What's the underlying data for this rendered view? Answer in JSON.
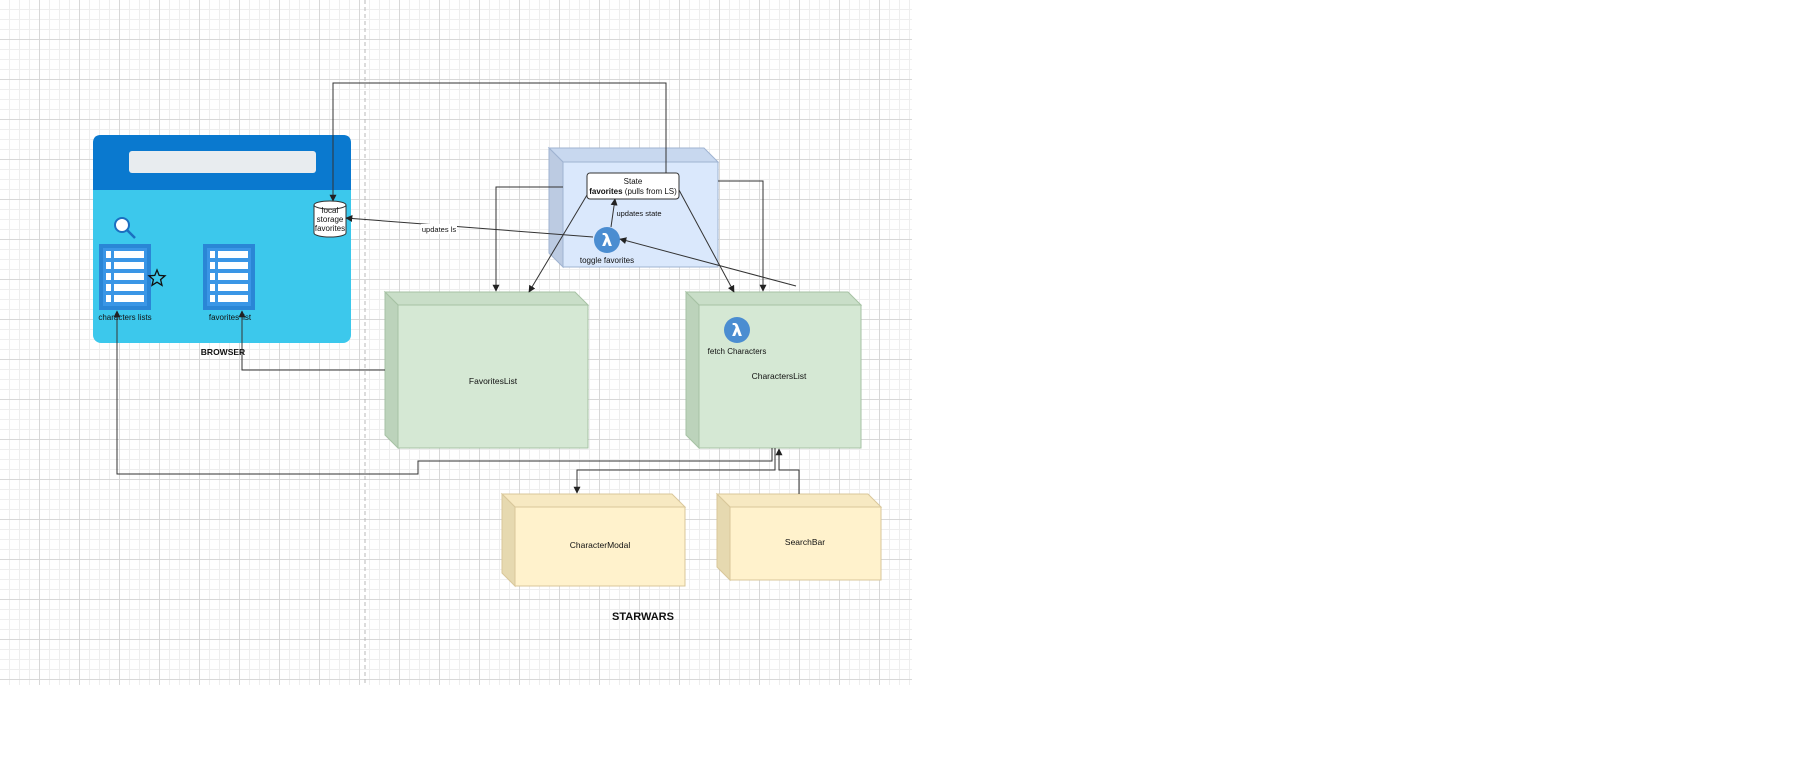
{
  "browser": {
    "label": "BROWSER",
    "storage_lines": [
      "local",
      "storage",
      "favorites"
    ],
    "characters_list_label": "characters lists",
    "favorites_list_label": "favorites list"
  },
  "state": {
    "title": "State",
    "favorites_bold": "favorites",
    "favorites_rest": " (pulls from LS)"
  },
  "toggle_label": "toggle favorites",
  "fetch_label": "fetch Characters",
  "edge_updates_ls": "updates ls",
  "edge_updates_state": "updates state",
  "components": {
    "favorites_list": "FavoritesList",
    "characters_list": "CharactersList",
    "character_modal": "CharacterModal",
    "search_bar": "SearchBar"
  },
  "footer_title": "STARWARS",
  "colors": {
    "browser_header": "#0a79cf",
    "browser_body": "#3cc8ec",
    "list_icon": "#2a86d6",
    "state_box": "#dae8fc",
    "state_box_side": "#bccbe2",
    "green_box": "#d5e8d4",
    "green_box_side": "#bcd3bb",
    "yellow_box": "#fff2cc",
    "yellow_box_side": "#e6d9b0",
    "lambda": "#4b8dd1",
    "edge": "#333333"
  }
}
